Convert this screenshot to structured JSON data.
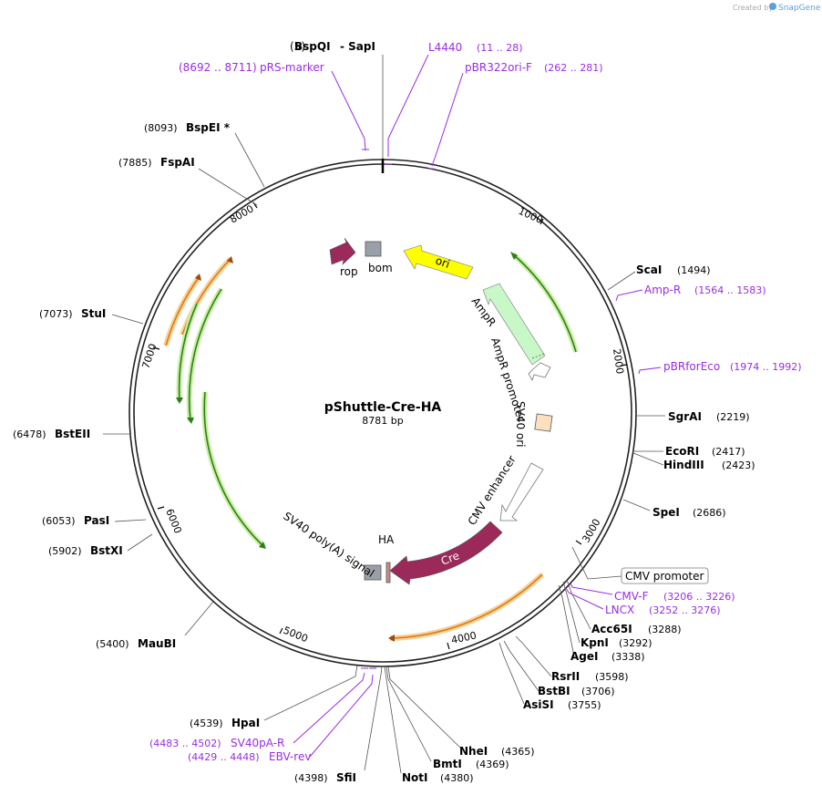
{
  "brand": {
    "created_by": "Created by",
    "app": "SnapGene"
  },
  "plasmid": {
    "name": "pShuttle-Cre-HA",
    "length": "8781 bp"
  },
  "ticks": [
    "1000",
    "2000",
    "3000",
    "4000",
    "5000",
    "6000",
    "7000",
    "8000"
  ],
  "sites": [
    {
      "pos": "(5)",
      "name": "BspQI",
      "extra": "- SapI"
    },
    {
      "pos": "(8093)",
      "name": "BspEI *"
    },
    {
      "pos": "(7885)",
      "name": "FspAI"
    },
    {
      "pos": "(7073)",
      "name": "StuI"
    },
    {
      "pos": "(6478)",
      "name": "BstEII"
    },
    {
      "pos": "(6053)",
      "name": "PasI"
    },
    {
      "pos": "(5902)",
      "name": "BstXI"
    },
    {
      "pos": "(5400)",
      "name": "MauBI"
    },
    {
      "pos": "(4539)",
      "name": "HpaI"
    },
    {
      "pos": "(4398)",
      "name": "SfiI"
    },
    {
      "pos": "(4380)",
      "name": "NotI"
    },
    {
      "pos": "(4369)",
      "name": "BmtI"
    },
    {
      "pos": "(4365)",
      "name": "NheI"
    },
    {
      "pos": "(3755)",
      "name": "AsiSI"
    },
    {
      "pos": "(3706)",
      "name": "BstBI"
    },
    {
      "pos": "(3598)",
      "name": "RsrII"
    },
    {
      "pos": "(3338)",
      "name": "AgeI"
    },
    {
      "pos": "(3292)",
      "name": "KpnI"
    },
    {
      "pos": "(3288)",
      "name": "Acc65I"
    },
    {
      "pos": "(2686)",
      "name": "SpeI"
    },
    {
      "pos": "(2423)",
      "name": "HindIII"
    },
    {
      "pos": "(2417)",
      "name": "EcoRI"
    },
    {
      "pos": "(2219)",
      "name": "SgrAI"
    },
    {
      "pos": "(1494)",
      "name": "ScaI"
    }
  ],
  "primers": [
    {
      "name": "pRS-marker",
      "range": "(8692 .. 8711)"
    },
    {
      "name": "L4440",
      "range": "(11 .. 28)"
    },
    {
      "name": "pBR322ori-F",
      "range": "(262 .. 281)"
    },
    {
      "name": "Amp-R",
      "range": "(1564 .. 1583)"
    },
    {
      "name": "pBRforEco",
      "range": "(1974 .. 1992)"
    },
    {
      "name": "CMV-F",
      "range": "(3206 .. 3226)"
    },
    {
      "name": "LNCX",
      "range": "(3252 .. 3276)"
    },
    {
      "name": "SV40pA-R",
      "range": "(4483 .. 4502)"
    },
    {
      "name": "EBV-rev",
      "range": "(4429 .. 4448)"
    }
  ],
  "features": {
    "cmv_promoter_box": "CMV promoter",
    "ori": "ori",
    "rop": "rop",
    "bom": "bom",
    "ampr": "AmpR",
    "ampr_promoter": "AmpR promoter",
    "sv40_ori": "SV40 ori",
    "cmv_enhancer": "CMV enhancer",
    "cre": "Cre",
    "ha": "HA",
    "sv40_polya": "SV40 poly(A) signal"
  },
  "colors": {
    "primer": "#9a2ce0",
    "ori": "#ffff00",
    "cre": "#9b2a5a",
    "ampr": "#c8f7c8",
    "gray_box": "#9aa0a8",
    "sv40_box": "#fde0c0",
    "orf_green": "#2f7d1e",
    "orf_orange": "#e07a10"
  }
}
